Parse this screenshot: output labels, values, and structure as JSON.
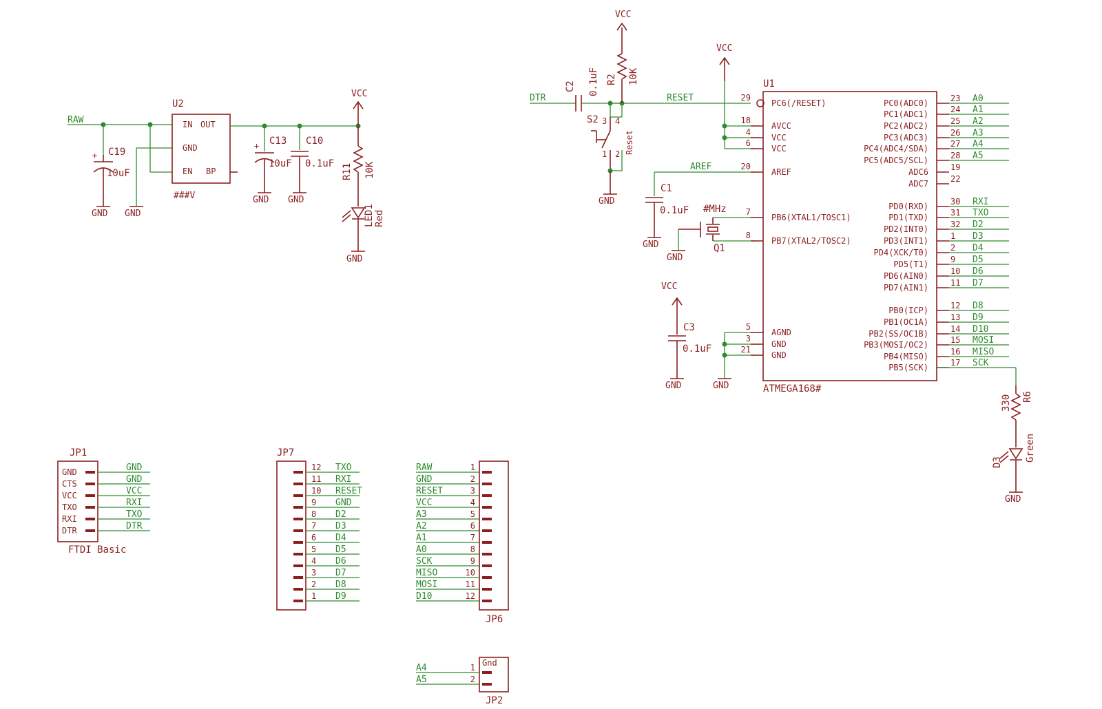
{
  "power": {
    "vcc": "VCC",
    "gnd": "GND",
    "raw": "RAW",
    "u2": {
      "ref": "U2",
      "value": "###V",
      "in": "IN",
      "out": "OUT",
      "gnd": "GND",
      "en": "EN",
      "bp": "BP"
    },
    "c19": {
      "ref": "C19",
      "value": "10uF"
    },
    "c13": {
      "ref": "C13",
      "value": "10uF"
    },
    "c10": {
      "ref": "C10",
      "value": "0.1uF"
    },
    "r11": {
      "ref": "R11",
      "value": "10K"
    },
    "led1": {
      "ref": "LED1",
      "value": "Red"
    }
  },
  "reset": {
    "dtr": "DTR",
    "reset_net": "RESET",
    "c2": {
      "ref": "C2",
      "value": "0.1uF"
    },
    "r2": {
      "ref": "R2",
      "value": "10K"
    },
    "s2": {
      "ref": "S2",
      "value": "Reset",
      "pins": [
        "3",
        "4",
        "1",
        "2"
      ]
    }
  },
  "mcu": {
    "ref": "U1",
    "value": "ATMEGA168#",
    "aref_net": "AREF",
    "c1": {
      "ref": "C1",
      "value": "0.1uF"
    },
    "c3": {
      "ref": "C3",
      "value": "0.1uF"
    },
    "q1": {
      "ref": "Q1",
      "value": "#MHz"
    },
    "left_pins": [
      {
        "num": "29",
        "name": "PC6(/RESET)"
      },
      {
        "num": "18",
        "name": "AVCC"
      },
      {
        "num": "4",
        "name": "VCC"
      },
      {
        "num": "6",
        "name": "VCC"
      },
      {
        "num": "20",
        "name": "AREF"
      },
      {
        "num": "7",
        "name": "PB6(XTAL1/TOSC1)"
      },
      {
        "num": "8",
        "name": "PB7(XTAL2/TOSC2)"
      },
      {
        "num": "5",
        "name": "AGND"
      },
      {
        "num": "3",
        "name": "GND"
      },
      {
        "num": "21",
        "name": "GND"
      }
    ],
    "right_pins": [
      {
        "num": "23",
        "name": "PC0(ADC0)",
        "net": "A0"
      },
      {
        "num": "24",
        "name": "PC1(ADC1)",
        "net": "A1"
      },
      {
        "num": "25",
        "name": "PC2(ADC2)",
        "net": "A2"
      },
      {
        "num": "26",
        "name": "PC3(ADC3)",
        "net": "A3"
      },
      {
        "num": "27",
        "name": "PC4(ADC4/SDA)",
        "net": "A4"
      },
      {
        "num": "28",
        "name": "PC5(ADC5/SCL)",
        "net": "A5"
      },
      {
        "num": "19",
        "name": "ADC6",
        "net": ""
      },
      {
        "num": "22",
        "name": "ADC7",
        "net": ""
      },
      {
        "num": "30",
        "name": "PD0(RXD)",
        "net": "RXI"
      },
      {
        "num": "31",
        "name": "PD1(TXD)",
        "net": "TXO"
      },
      {
        "num": "32",
        "name": "PD2(INT0)",
        "net": "D2"
      },
      {
        "num": "1",
        "name": "PD3(INT1)",
        "net": "D3"
      },
      {
        "num": "2",
        "name": "PD4(XCK/T0)",
        "net": "D4"
      },
      {
        "num": "9",
        "name": "PD5(T1)",
        "net": "D5"
      },
      {
        "num": "10",
        "name": "PD6(AIN0)",
        "net": "D6"
      },
      {
        "num": "11",
        "name": "PD7(AIN1)",
        "net": "D7"
      },
      {
        "num": "12",
        "name": "PB0(ICP)",
        "net": "D8"
      },
      {
        "num": "13",
        "name": "PB1(OC1A)",
        "net": "D9"
      },
      {
        "num": "14",
        "name": "PB2(SS/OC1B)",
        "net": "D10"
      },
      {
        "num": "15",
        "name": "PB3(MOSI/OC2)",
        "net": "MOSI"
      },
      {
        "num": "16",
        "name": "PB4(MISO)",
        "net": "MISO"
      },
      {
        "num": "17",
        "name": "PB5(SCK)",
        "net": "SCK"
      }
    ],
    "r6": {
      "ref": "R6",
      "value": "330"
    },
    "d3": {
      "ref": "D3",
      "value": "Green"
    }
  },
  "headers": {
    "jp1": {
      "ref": "JP1",
      "value": "FTDI Basic",
      "pins": [
        {
          "name": "GND",
          "net": "GND"
        },
        {
          "name": "CTS",
          "net": "GND"
        },
        {
          "name": "VCC",
          "net": "VCC"
        },
        {
          "name": "TXO",
          "net": "RXI"
        },
        {
          "name": "RXI",
          "net": "TXO"
        },
        {
          "name": "DTR",
          "net": "DTR"
        }
      ]
    },
    "jp7": {
      "ref": "JP7",
      "pins": [
        {
          "num": "12",
          "net": "TXO"
        },
        {
          "num": "11",
          "net": "RXI"
        },
        {
          "num": "10",
          "net": "RESET"
        },
        {
          "num": "9",
          "net": "GND"
        },
        {
          "num": "8",
          "net": "D2"
        },
        {
          "num": "7",
          "net": "D3"
        },
        {
          "num": "6",
          "net": "D4"
        },
        {
          "num": "5",
          "net": "D5"
        },
        {
          "num": "4",
          "net": "D6"
        },
        {
          "num": "3",
          "net": "D7"
        },
        {
          "num": "2",
          "net": "D8"
        },
        {
          "num": "1",
          "net": "D9"
        }
      ]
    },
    "jp6": {
      "ref": "JP6",
      "pins": [
        {
          "num": "1",
          "net": "RAW"
        },
        {
          "num": "2",
          "net": "GND"
        },
        {
          "num": "3",
          "net": "RESET"
        },
        {
          "num": "4",
          "net": "VCC"
        },
        {
          "num": "5",
          "net": "A3"
        },
        {
          "num": "6",
          "net": "A2"
        },
        {
          "num": "7",
          "net": "A1"
        },
        {
          "num": "8",
          "net": "A0"
        },
        {
          "num": "9",
          "net": "SCK"
        },
        {
          "num": "10",
          "net": "MISO"
        },
        {
          "num": "11",
          "net": "MOSI"
        },
        {
          "num": "12",
          "net": "D10"
        }
      ]
    },
    "jp2": {
      "ref": "JP2",
      "label": "Gnd",
      "pins": [
        {
          "num": "1",
          "net": "A4"
        },
        {
          "num": "2",
          "net": "A5"
        }
      ]
    }
  }
}
